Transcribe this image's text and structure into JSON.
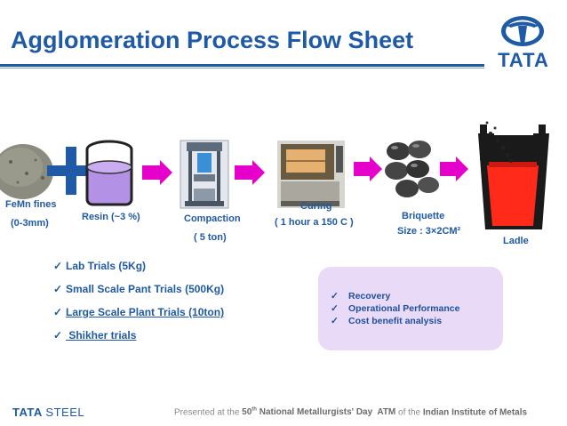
{
  "title": "Agglomeration Process Flow Sheet",
  "logo_text": "TATA",
  "colors": {
    "brand_blue": "#1f5aa6",
    "arrow_magenta": "#e600cc",
    "box_bg": "#e9dbf7",
    "ladle_red": "#ff2a1a"
  },
  "flow": {
    "fines_label": "FeMn fines",
    "fines_size": "(0-3mm)",
    "resin_label": "Resin (~3 %)",
    "compaction_label": "Compaction",
    "compaction_sub": "( 5 ton)",
    "curing_label": "Curing",
    "curing_sub": "( 1 hour a 150 C )",
    "briquette_label": "Briquette",
    "briquette_size": "Size : 3×2CM²",
    "ladle_label": "Ladle"
  },
  "trials": [
    "Lab Trials (5Kg)",
    "Small Scale Pant Trials (500Kg)",
    "Large Scale Plant Trials (10ton)",
    " Shikher trials"
  ],
  "benefits": [
    "Recovery",
    "Operational Performance",
    "Cost benefit analysis"
  ],
  "check_glyph": "✓",
  "footer": {
    "logo_tata": "TATA",
    "logo_steel": "STEEL",
    "text_1": "Presented at the ",
    "ordinal": "50",
    "ordinal_suffix": "th",
    "event": "National Metallurgists' Day  ATM",
    "text_2": " of the ",
    "org": "Indian Institute of Metals"
  }
}
